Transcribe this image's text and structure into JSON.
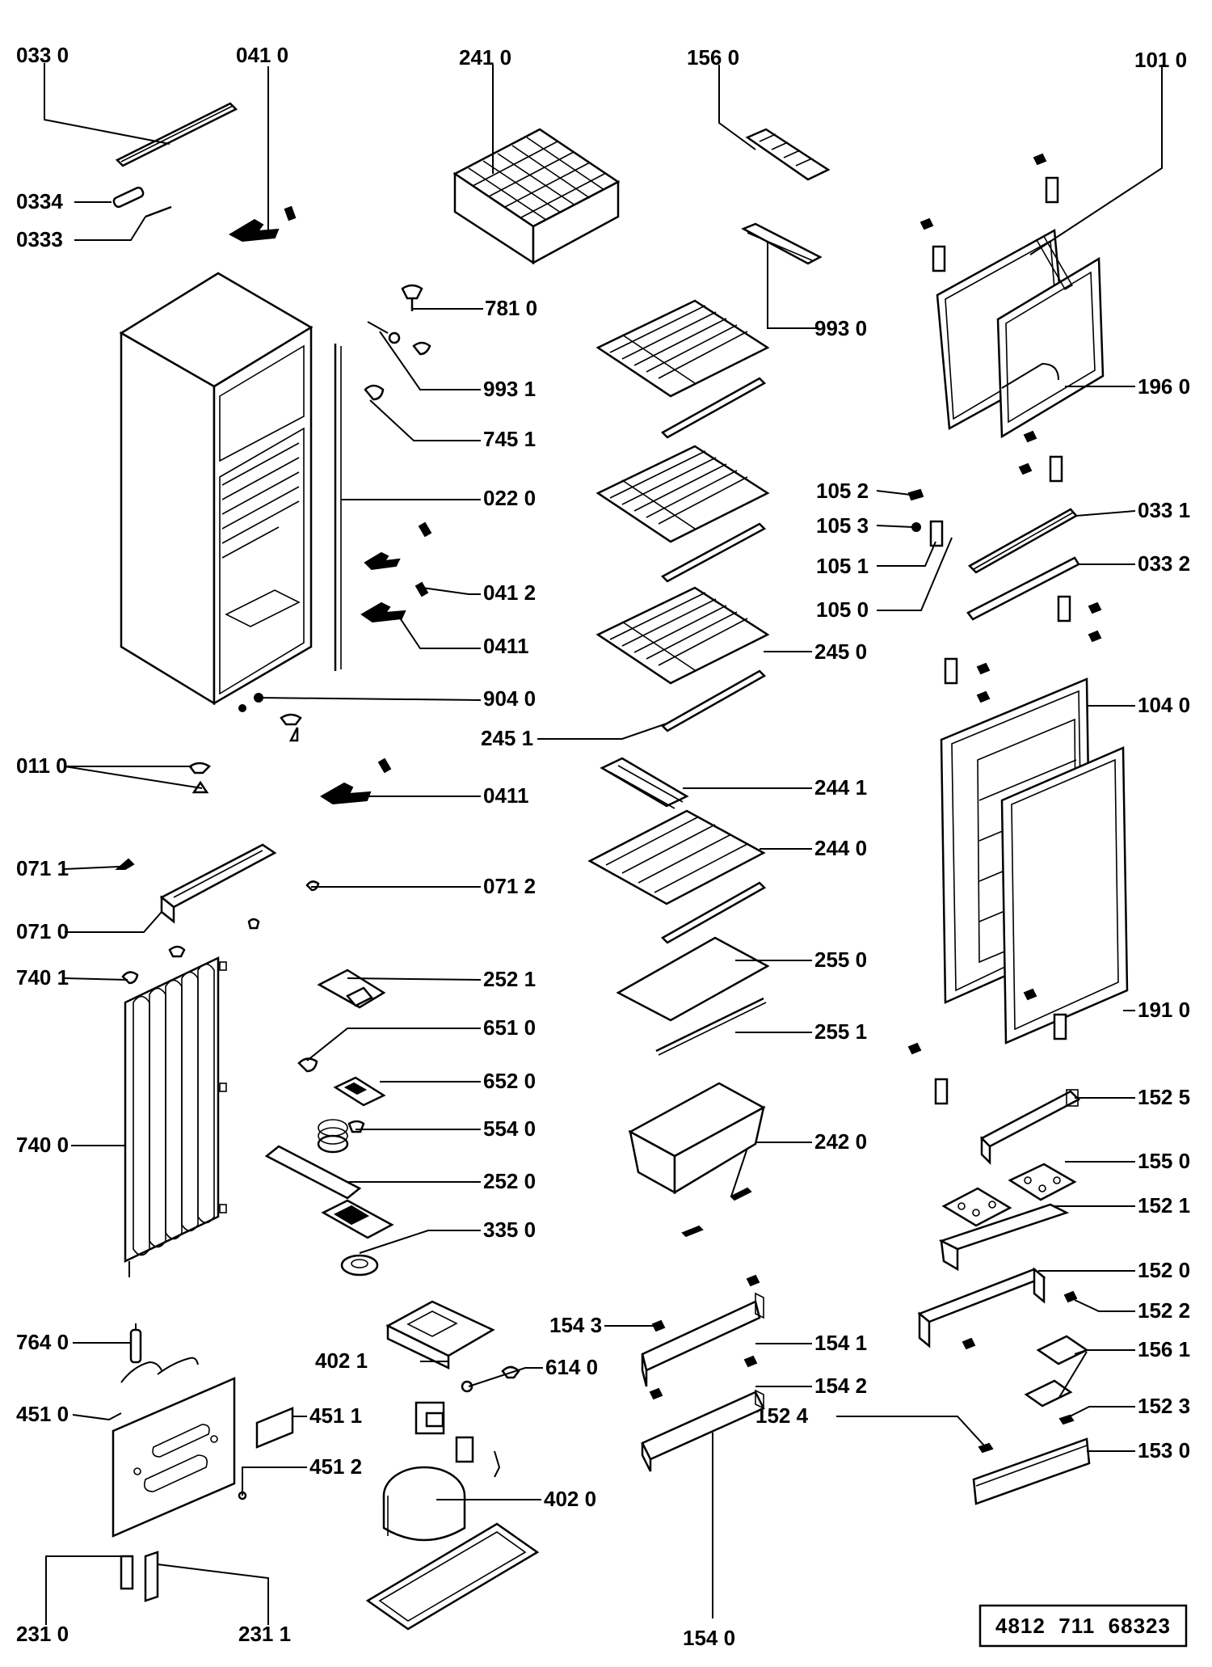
{
  "diagram_code": "4812  711  68323",
  "labels": {
    "l0330": "033 0",
    "l0410": "041 0",
    "l2410": "241 0",
    "l1560": "156 0",
    "l1010": "101 0",
    "l0334": "0334",
    "l0333": "0333",
    "l7810": "781 0",
    "l9930": "993 0",
    "l9931": "993 1",
    "l1960": "196 0",
    "l7451": "745 1",
    "l1052": "105 2",
    "l1053": "105 3",
    "l0331": "033 1",
    "l0220": "022 0",
    "l1051": "105 1",
    "l0332": "033 2",
    "l0412": "041 2",
    "l1050": "105 0",
    "l0411a": "0411",
    "l2450": "245 0",
    "l9040": "904 0",
    "l1040": "104 0",
    "l2451": "245 1",
    "l0110": "011 0",
    "l0411b": "0411",
    "l2441": "244 1",
    "l2440": "244 0",
    "l0711": "071 1",
    "l0712": "071 2",
    "l0710": "071 0",
    "l2550": "255 0",
    "l7401": "740 1",
    "l2521": "252 1",
    "l1910": "191 0",
    "l6510": "651 0",
    "l2551": "255 1",
    "l6520": "652 0",
    "l1525": "152 5",
    "l7400": "740 0",
    "l5540": "554 0",
    "l2420": "242 0",
    "l1550": "155 0",
    "l2520": "252 0",
    "l1521": "152 1",
    "l3350": "335 0",
    "l1520": "152 0",
    "l1522": "152 2",
    "l1543": "154 3",
    "l7640": "764 0",
    "l1541": "154 1",
    "l1561": "156 1",
    "l4021": "402 1",
    "l6140": "614 0",
    "l1542": "154 2",
    "l4510": "451 0",
    "l4511": "451 1",
    "l1524": "152 4",
    "l1523": "152 3",
    "l4512": "451 2",
    "l1530": "153 0",
    "l4020": "402 0",
    "l2310": "231 0",
    "l2311": "231 1",
    "l1540": "154 0"
  }
}
